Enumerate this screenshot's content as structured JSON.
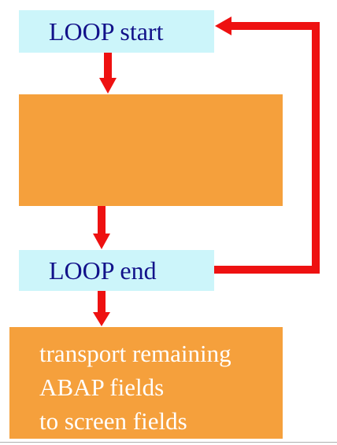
{
  "nodes": {
    "loop_start": {
      "label": "LOOP start"
    },
    "process": {
      "label": ""
    },
    "loop_end": {
      "label": "LOOP end"
    },
    "transport": {
      "lines": [
        "transport remaining",
        "ABAP fields",
        "to screen fields"
      ]
    }
  },
  "colors": {
    "cyan_box": "#ccf5fa",
    "orange_box": "#f5a03c",
    "arrow": "#ee1111",
    "cyan_text": "#12128a",
    "orange_text": "#ffffff"
  }
}
